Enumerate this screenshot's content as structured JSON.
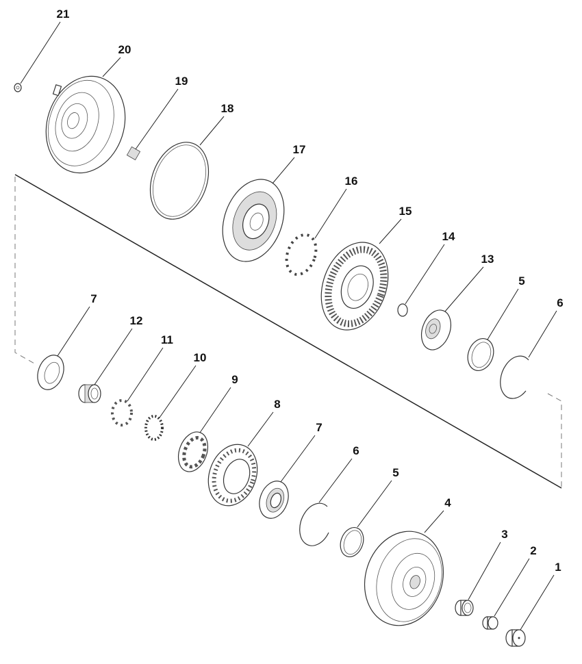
{
  "diagram": {
    "type": "exploded-parts-view",
    "callouts": {
      "c21": "21",
      "c20": "20",
      "c19": "19",
      "c18": "18",
      "c17": "17",
      "c16": "16",
      "c15": "15",
      "c14": "14",
      "c13": "13",
      "c5a": "5",
      "c6a": "6",
      "c7a": "7",
      "c12": "12",
      "c11": "11",
      "c10": "10",
      "c9": "9",
      "c8": "8",
      "c7b": "7",
      "c6b": "6",
      "c5b": "5",
      "c4": "4",
      "c3": "3",
      "c2": "2",
      "c1": "1"
    },
    "line_color": "#222222"
  }
}
